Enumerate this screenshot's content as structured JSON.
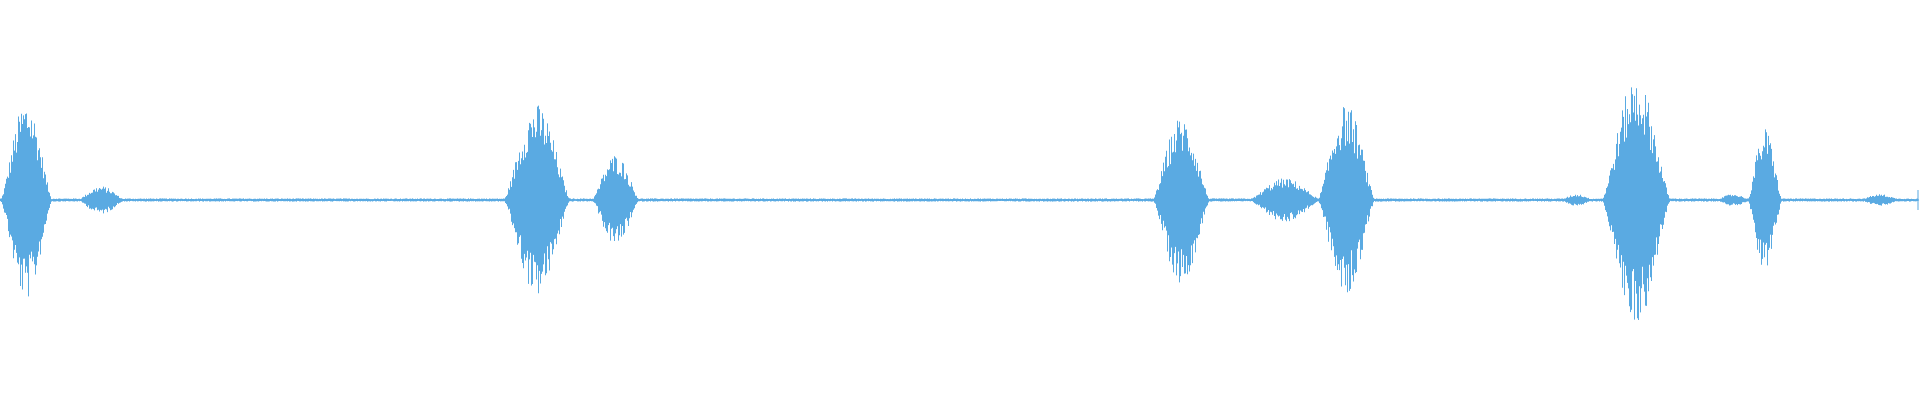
{
  "waveform": {
    "color": "#5aaae2",
    "background": "#ffffff",
    "duration_fraction_bursts": [
      {
        "start": 0.0,
        "end": 0.027,
        "peak": 0.5
      },
      {
        "start": 0.04,
        "end": 0.065,
        "peak": 0.07
      },
      {
        "start": 0.262,
        "end": 0.297,
        "peak": 0.48
      },
      {
        "start": 0.308,
        "end": 0.333,
        "peak": 0.23
      },
      {
        "start": 0.6,
        "end": 0.63,
        "peak": 0.42
      },
      {
        "start": 0.65,
        "end": 0.688,
        "peak": 0.11
      },
      {
        "start": 0.686,
        "end": 0.716,
        "peak": 0.48
      },
      {
        "start": 0.812,
        "end": 0.83,
        "peak": 0.03
      },
      {
        "start": 0.834,
        "end": 0.87,
        "peak": 0.62
      },
      {
        "start": 0.893,
        "end": 0.912,
        "peak": 0.03
      },
      {
        "start": 0.91,
        "end": 0.928,
        "peak": 0.36
      },
      {
        "start": 0.968,
        "end": 0.99,
        "peak": 0.03
      }
    ],
    "baseline_amplitude": 0.008
  }
}
